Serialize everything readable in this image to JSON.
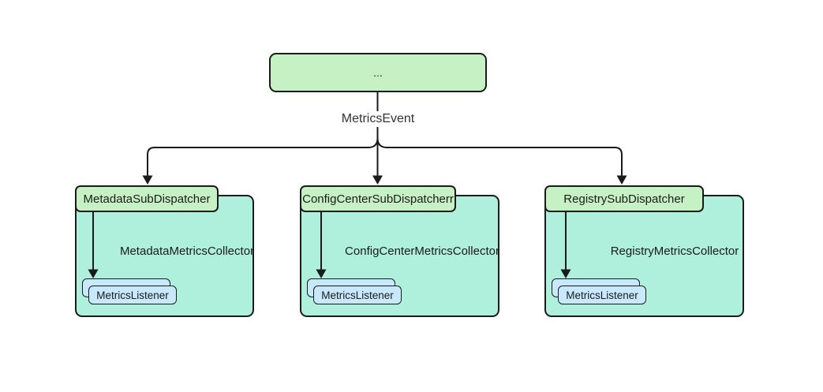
{
  "diagram": {
    "root_node": {
      "label": "..."
    },
    "edge_label": "MetricsEvent",
    "groups": [
      {
        "dispatcher_label": "MetadataSubDispatcher",
        "collector_label": "MetadataMetricsCollector",
        "listener_label": "MetricsListener"
      },
      {
        "dispatcher_label": "ConfigCenterSubDispatcherr",
        "collector_label": "ConfigCenterMetricsCollector",
        "listener_label": "MetricsListener"
      },
      {
        "dispatcher_label": "RegistrySubDispatcher",
        "collector_label": "RegistryMetricsCollector",
        "listener_label": "MetricsListener"
      }
    ],
    "colors": {
      "root_fill": "#C6F1C4",
      "dispatcher_fill": "#C6F1C4",
      "collector_fill": "#AEF0DB",
      "listener_fill": "#C8E8FB",
      "border": "#1B1B1B",
      "edge": "#1B1B1B",
      "edge_label_color": "#333333"
    }
  }
}
